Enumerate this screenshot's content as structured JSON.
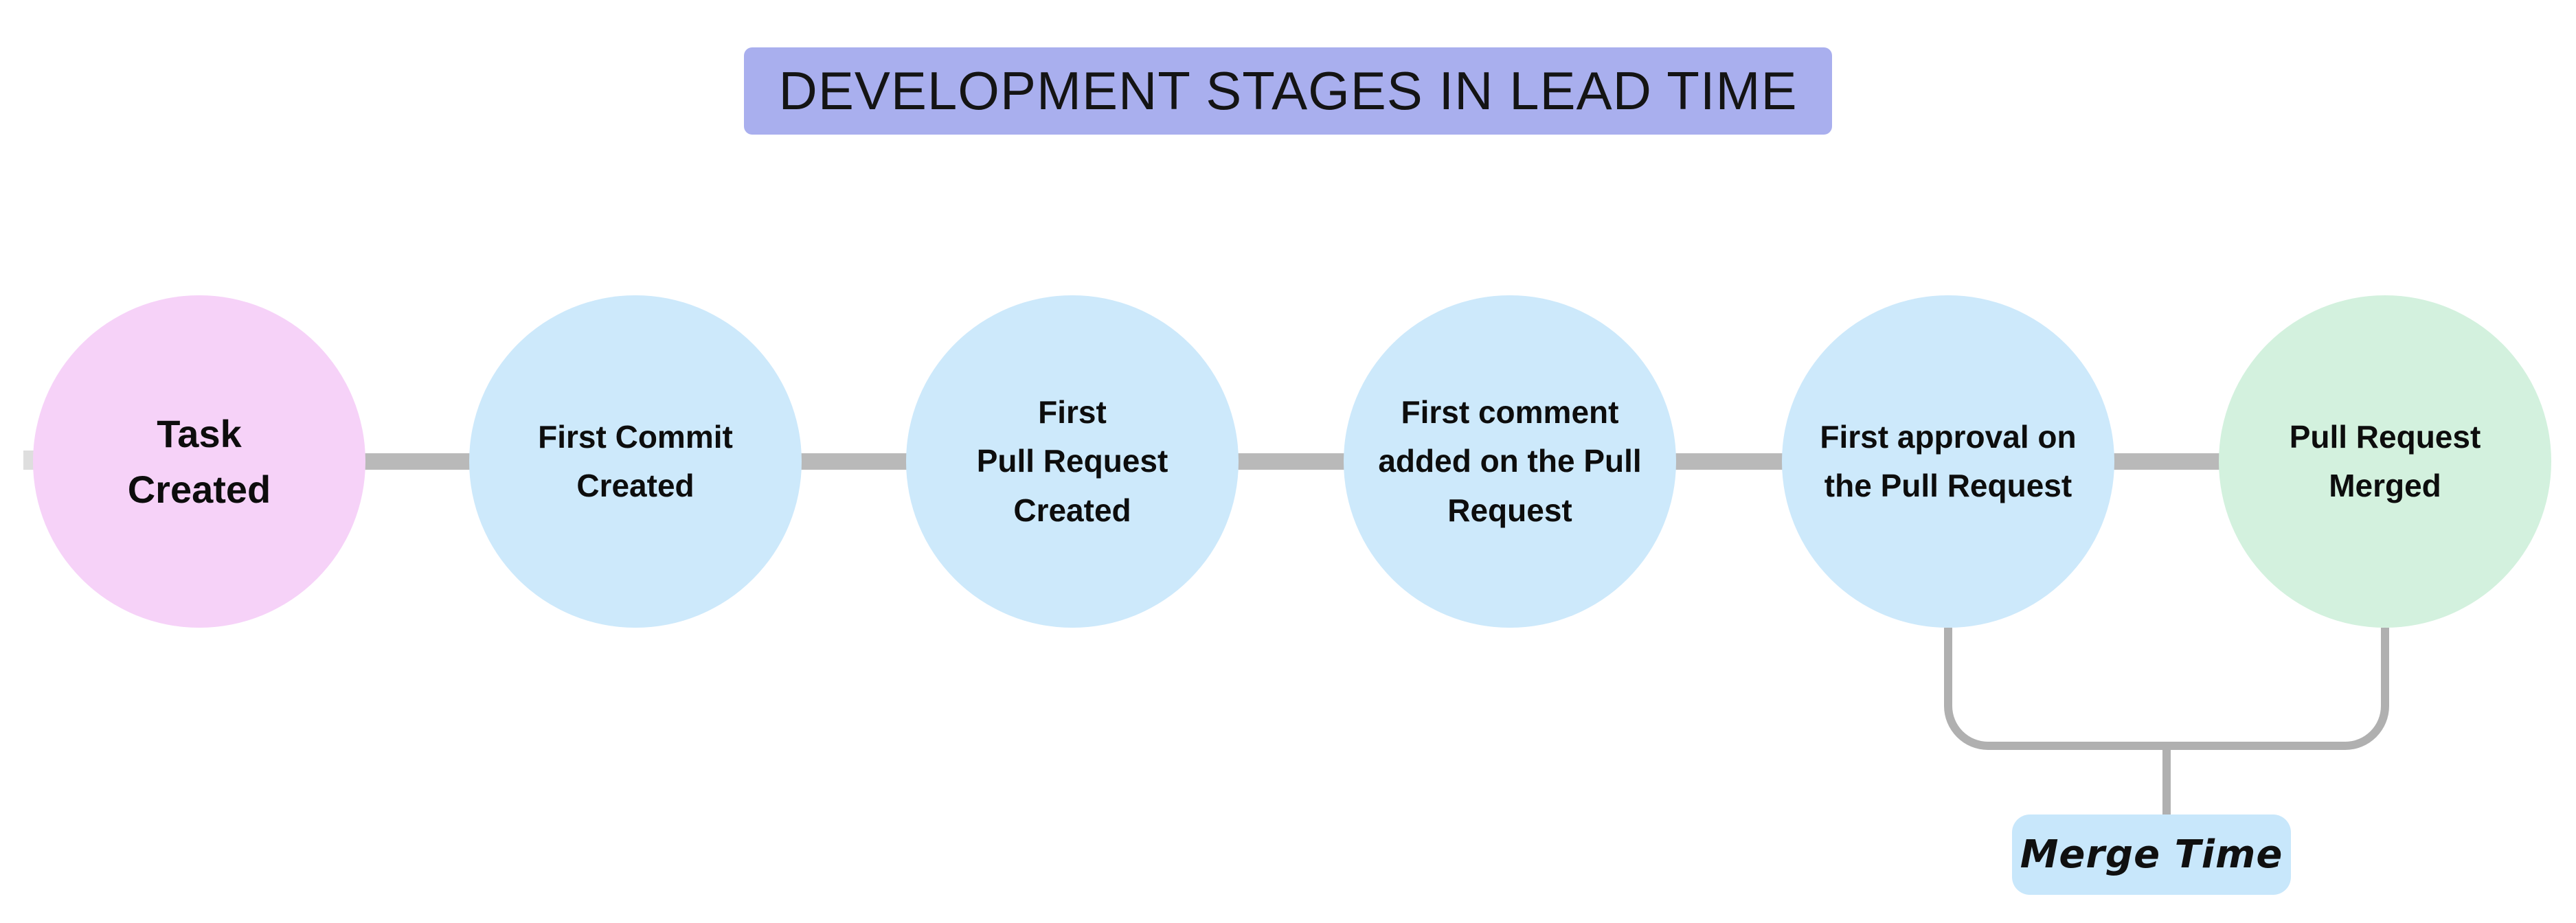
{
  "title": "DEVELOPMENT STAGES IN LEAD TIME",
  "stages": [
    {
      "id": "task-created",
      "label": "Task\nCreated",
      "color": "#f6d2f8"
    },
    {
      "id": "first-commit-created",
      "label": "First Commit\nCreated",
      "color": "#cde9fb"
    },
    {
      "id": "first-pull-request-created",
      "label": "First\nPull Request\nCreated",
      "color": "#cde9fb"
    },
    {
      "id": "first-comment-added",
      "label": "First comment\nadded on the Pull\nRequest",
      "color": "#cde9fb"
    },
    {
      "id": "first-approval",
      "label": "First approval on\nthe Pull Request",
      "color": "#cde9fb"
    },
    {
      "id": "pull-request-merged",
      "label": "Pull Request\nMerged",
      "color": "#d3f1de"
    }
  ],
  "annotation": {
    "label": "Merge Time",
    "background": "#c8e7fb",
    "connects": [
      "First approval on the Pull Request",
      "Pull Request Merged"
    ]
  },
  "colors": {
    "title_background": "#a9afee",
    "connector_gray": "#b9b9b9",
    "bracket_gray": "#b0b0b0",
    "text": "#111111",
    "canvas_background": "#ffffff"
  }
}
